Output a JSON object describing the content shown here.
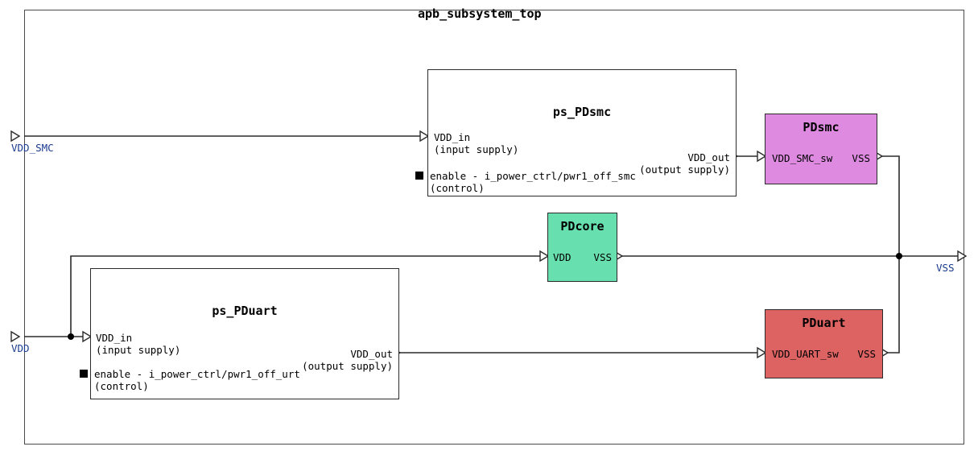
{
  "diagram": {
    "title": "apb_subsystem_top",
    "switch_icon_name": "power-switch-icon"
  },
  "external_ports": [
    {
      "name": "VDD_SMC",
      "label": "VDD_SMC",
      "direction": "input",
      "side": "left"
    },
    {
      "name": "VDD",
      "label": "VDD",
      "direction": "input",
      "side": "left"
    },
    {
      "name": "VSS",
      "label": "VSS",
      "direction": "output",
      "side": "right"
    }
  ],
  "switch_blocks": [
    {
      "id": "ps_PDsmc",
      "title": "ps_PDsmc",
      "input_pin": "VDD_in",
      "input_pin_sub": "(input supply)",
      "control_pin": "enable - i_power_ctrl/pwr1_off_smc",
      "control_pin_sub": "(control)",
      "output_pin": "VDD_out",
      "output_pin_sub": "(output supply)"
    },
    {
      "id": "ps_PDuart",
      "title": "ps_PDuart",
      "input_pin": "VDD_in",
      "input_pin_sub": "(input supply)",
      "control_pin": "enable - i_power_ctrl/pwr1_off_urt",
      "control_pin_sub": "(control)",
      "output_pin": "VDD_out",
      "output_pin_sub": "(output supply)"
    }
  ],
  "power_domains": [
    {
      "id": "PDsmc",
      "title": "PDsmc",
      "supply_pin": "VDD_SMC_sw",
      "ground_pin": "VSS",
      "color": "#dd8ae0"
    },
    {
      "id": "PDcore",
      "title": "PDcore",
      "supply_pin": "VDD",
      "ground_pin": "VSS",
      "color": "#68dfae"
    },
    {
      "id": "PDuart",
      "title": "PDuart",
      "supply_pin": "VDD_UART_sw",
      "ground_pin": "VSS",
      "color": "#dd6262"
    }
  ],
  "colors": {
    "wire": "#2b2b2b",
    "frame": "#4a4a4a",
    "port_label": "#1a3a8f"
  }
}
